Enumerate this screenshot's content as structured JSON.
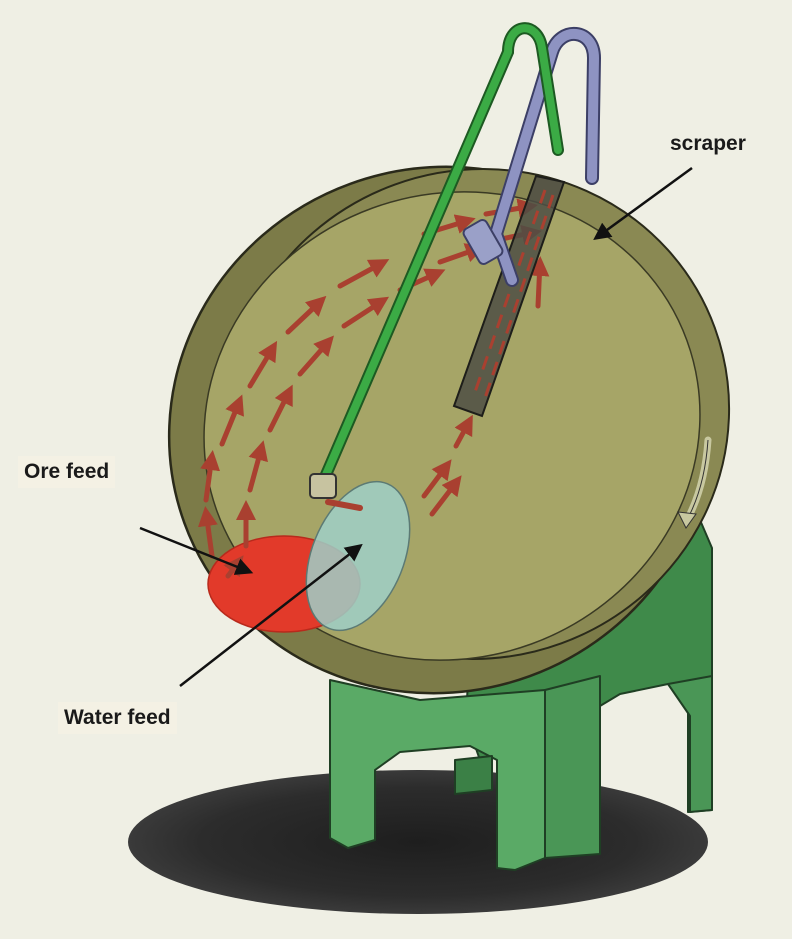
{
  "labels": {
    "scraper": "scraper",
    "ore_feed": "Ore feed",
    "water_feed": "Water feed"
  },
  "colors": {
    "background": "#efefe4",
    "pan_rim": "#7c7b48",
    "pan_inner": "#a6a567",
    "stand": "#4f9a5a",
    "ore_zone": "#e23a2a",
    "water_zone": "#9fcfc8",
    "water_pipe": "#3bab45",
    "scraper_pipe": "#8e93c2",
    "scraper_blade": "#4d4d44",
    "flow_arrow": "#a94030",
    "shadow": "#2a2a2a"
  },
  "icons": {
    "flow": "flow-arrow-icon",
    "rotation": "rotation-arrow-icon",
    "pointer": "callout-arrow-icon"
  }
}
